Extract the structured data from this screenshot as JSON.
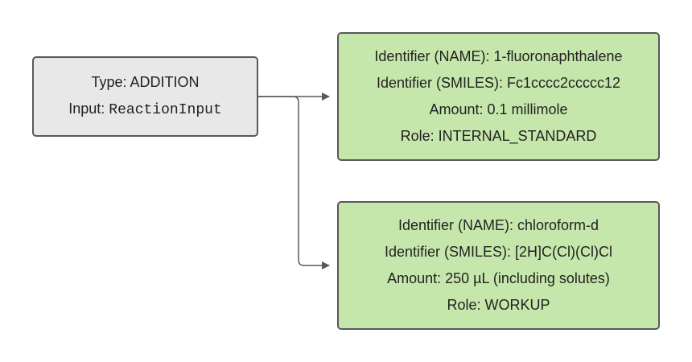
{
  "source": {
    "type_label": "Type: ADDITION",
    "input_prefix": "Input: ",
    "input_value": "ReactionInput"
  },
  "components": [
    {
      "name": "Identifier (NAME): 1-fluoronaphthalene",
      "smiles": "Identifier (SMILES): Fc1cccc2ccccc12",
      "amount": "Amount: 0.1 millimole",
      "role": "Role: INTERNAL_STANDARD"
    },
    {
      "name": "Identifier (NAME): chloroform-d",
      "smiles": "Identifier (SMILES): [2H]C(Cl)(Cl)Cl",
      "amount": "Amount: 250 µL (including solutes)",
      "role": "Role: WORKUP"
    }
  ],
  "colors": {
    "source_fill": "#e8e8e8",
    "component_fill": "#c6e7ac",
    "border": "#595959",
    "edge": "#595959"
  }
}
